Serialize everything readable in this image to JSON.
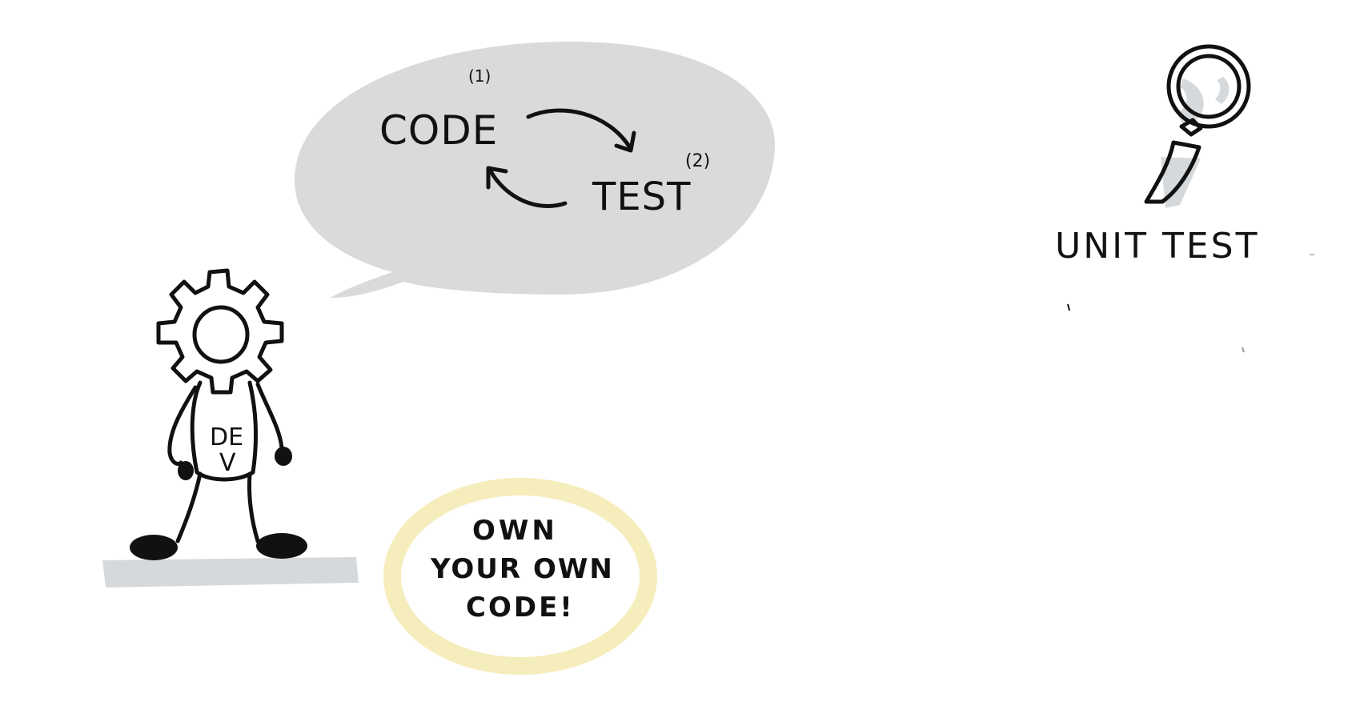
{
  "bubble": {
    "code_label": "CODE",
    "code_marker": "(1)",
    "test_label": "TEST",
    "test_marker": "(2)"
  },
  "developer": {
    "shirt_line1": "DE",
    "shirt_line2": "V"
  },
  "callout": {
    "line1": "OWN",
    "line2": "YOUR OWN",
    "line3": "CODE!"
  },
  "unit_test": {
    "label": "UNIT TEST"
  },
  "colors": {
    "bubble_fill": "#d9dadb",
    "shadow": "#d6d9dc",
    "highlight_ring": "#f6edbd",
    "ink": "#111111"
  },
  "icons": {
    "developer_head": "gear-icon",
    "unit_test_icon": "magnifying-glass-icon"
  }
}
